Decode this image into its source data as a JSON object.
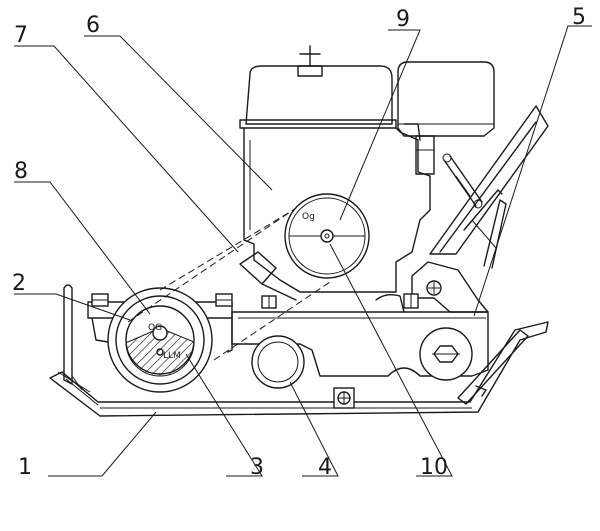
{
  "callouts": [
    {
      "id": "1",
      "label": "1"
    },
    {
      "id": "2",
      "label": "2"
    },
    {
      "id": "3",
      "label": "3"
    },
    {
      "id": "4",
      "label": "4"
    },
    {
      "id": "5",
      "label": "5"
    },
    {
      "id": "6",
      "label": "6"
    },
    {
      "id": "7",
      "label": "7"
    },
    {
      "id": "8",
      "label": "8"
    },
    {
      "id": "9",
      "label": "9"
    },
    {
      "id": "10",
      "label": "10"
    }
  ],
  "inline_marks": {
    "pulley_mark": "Og",
    "exciter_mark_top": "OG",
    "exciter_mark_bottom": "LLM"
  }
}
